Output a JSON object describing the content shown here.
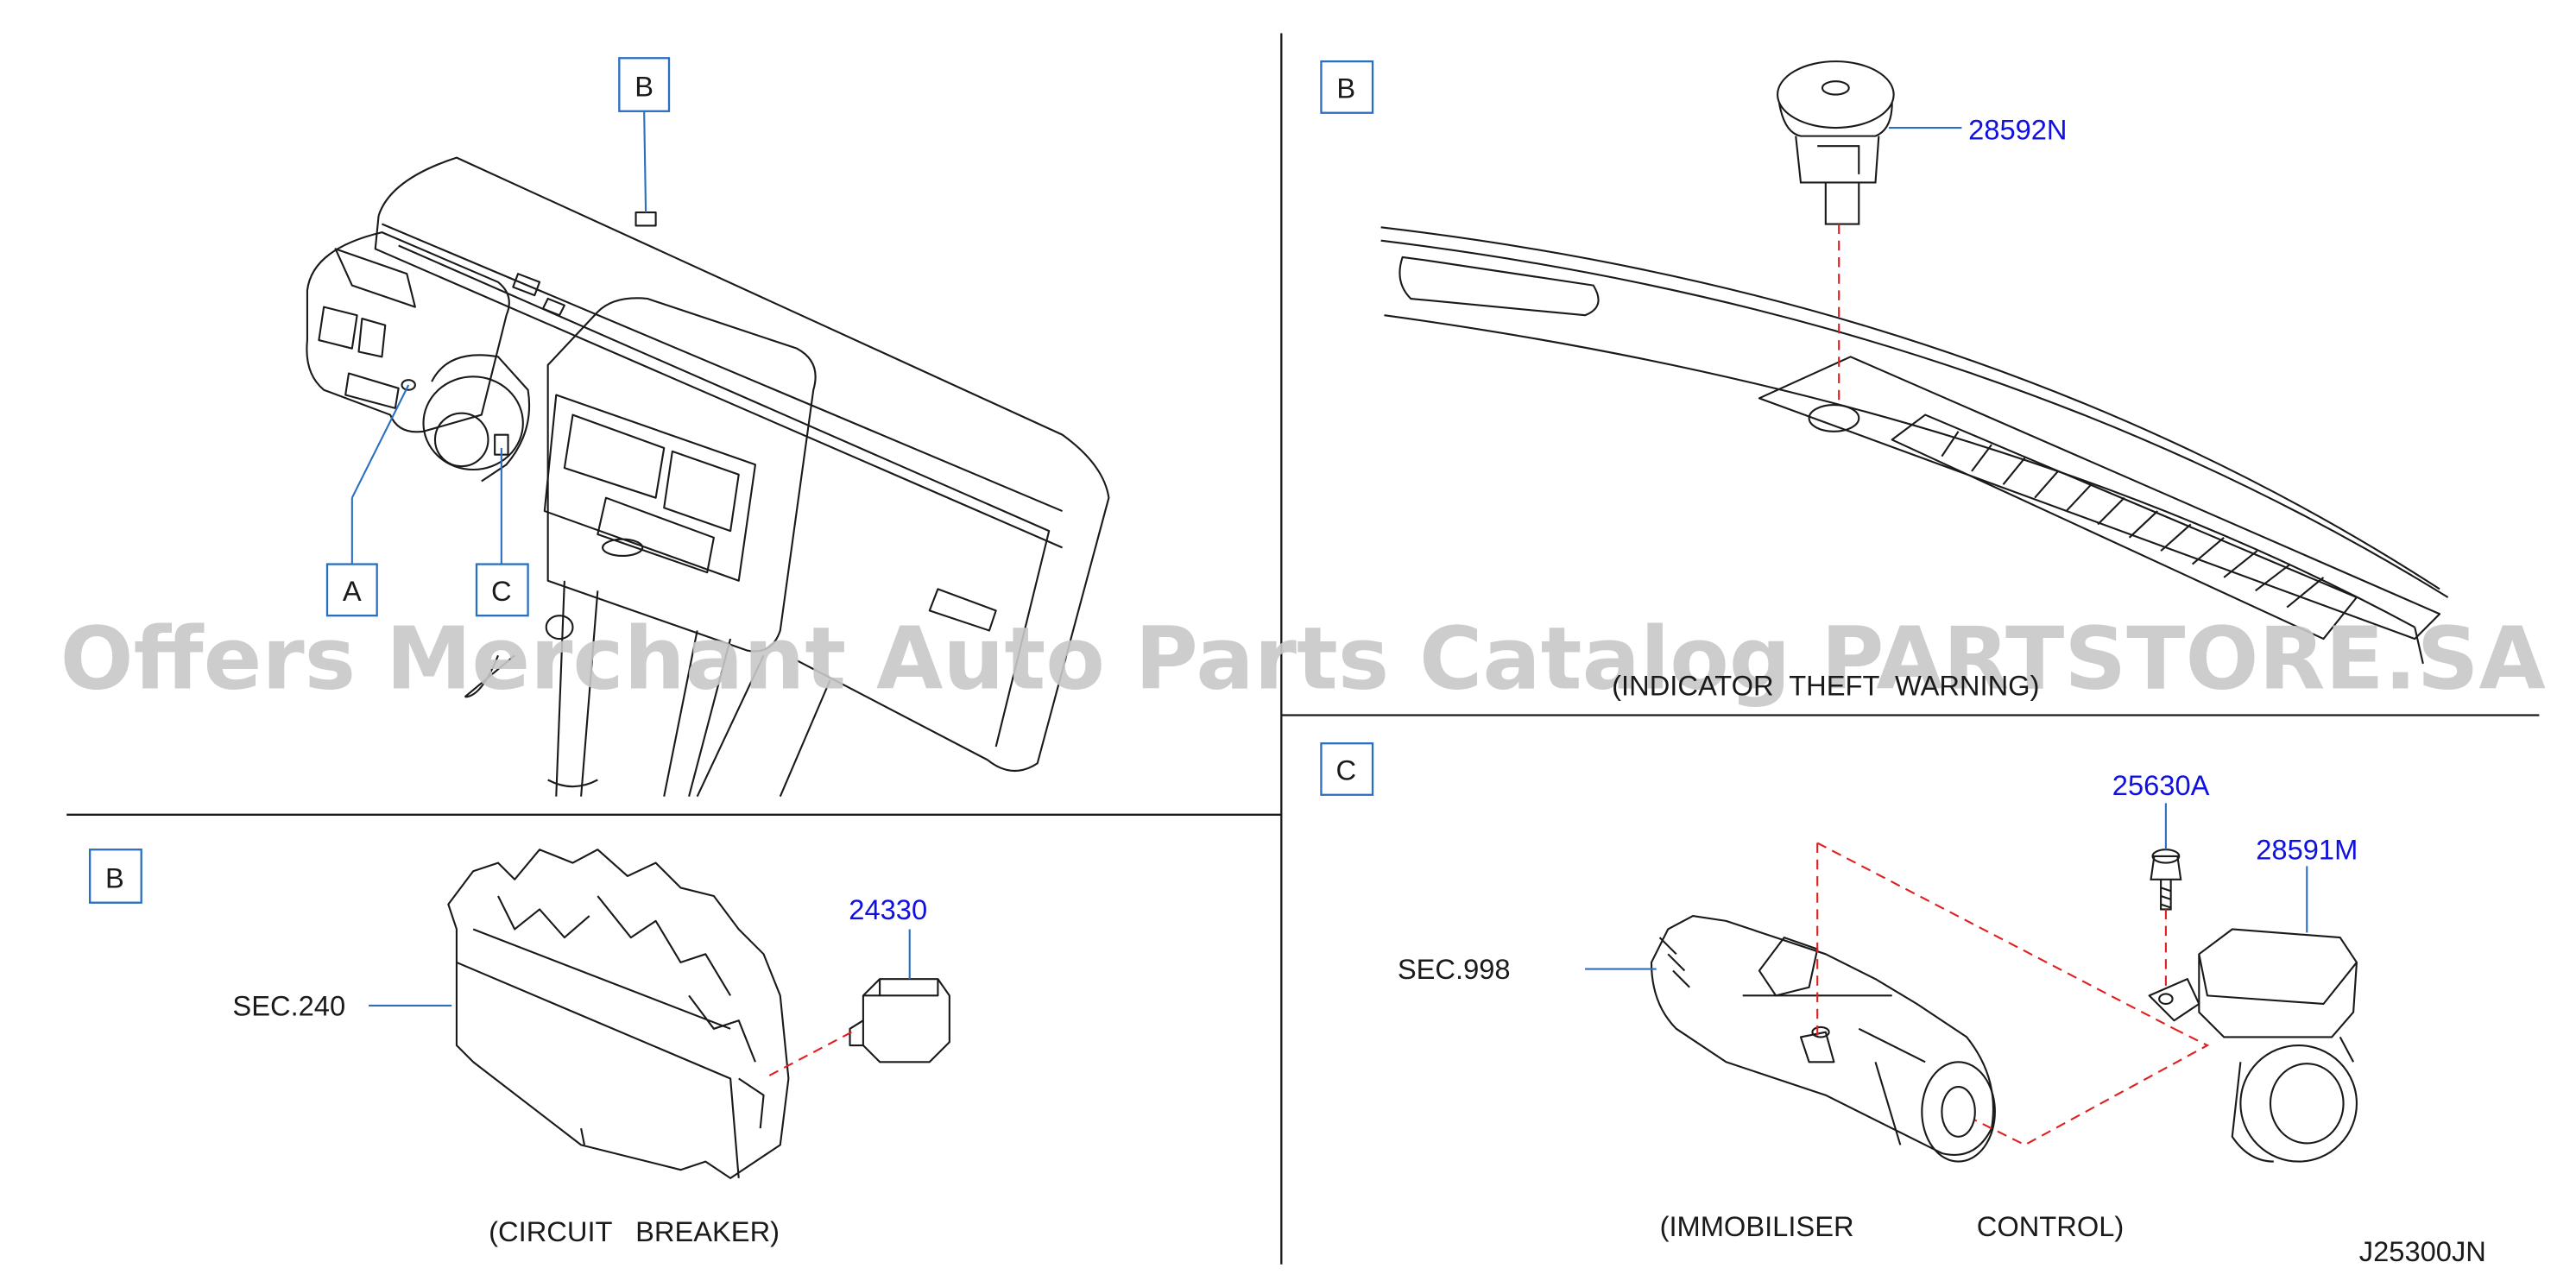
{
  "panels": {
    "overview": {
      "callouts": [
        "B",
        "A",
        "C"
      ]
    },
    "indicator": {
      "frame_label": "B",
      "part_number": "28592N",
      "caption": "(INDICATOR  THEFT  WARNING)"
    },
    "circuit_breaker": {
      "frame_label": "B",
      "part_number": "24330",
      "section_ref": "SEC.240",
      "caption": "(CIRCUIT   BREAKER)"
    },
    "immobiliser": {
      "frame_label": "C",
      "section_ref": "SEC.998",
      "part_numbers": [
        "25630A",
        "28591M"
      ],
      "caption_left": "(IMMOBILISER",
      "caption_right": "CONTROL)"
    }
  },
  "drawing_code": "J25300JN",
  "watermark": "Offers Merchant Auto Parts Catalog PARTSTORE.SA",
  "colors": {
    "line": "#1a1a1a",
    "part_number": "#1010e0",
    "leader": "#2a6fc0",
    "dashed_leader": "#e02020",
    "watermark": "#c8c8c8"
  }
}
